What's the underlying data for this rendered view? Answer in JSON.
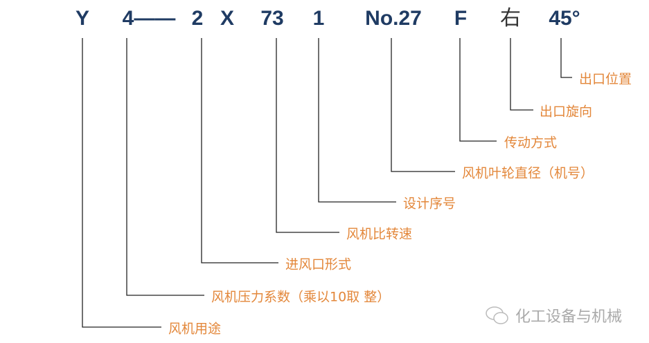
{
  "code": {
    "y": "Y",
    "pressure": "4——",
    "inlet": "2",
    "x": "X",
    "speed": "73",
    "design": "1",
    "no": "No.27",
    "drive": "F",
    "rotation": "右",
    "angle": "45°"
  },
  "labels": {
    "angle": "出口位置",
    "rotation": "出口旋向",
    "drive": "传动方式",
    "no": "风机叶轮直径（机号）",
    "design": "设计序号",
    "speed": "风机比转速",
    "inlet": "进风口形式",
    "pressure": "风机压力系数（乘以10取 整）",
    "y": "风机用途"
  },
  "watermark": "化工设备与机械",
  "colors": {
    "code": "#1f3b63",
    "label": "#e3873a"
  }
}
